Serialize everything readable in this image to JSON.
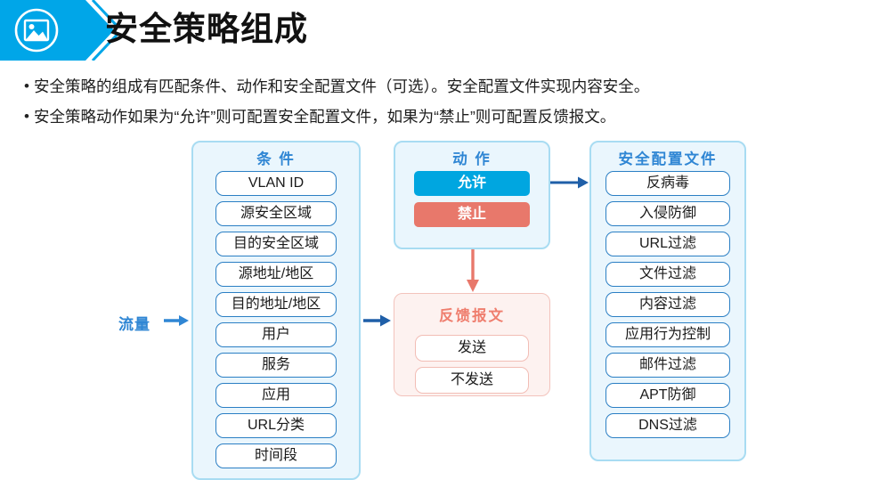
{
  "header": {
    "icon": "image-photo-icon",
    "title": "安全策略组成",
    "banner_color": "#00a6e8"
  },
  "bullets": [
    {
      "marker": "•",
      "text": "安全策略的组成有匹配条件、动作和安全配置文件（可选）。安全配置文件实现内容安全。"
    },
    {
      "marker": "•",
      "text": "安全策略动作如果为“允许”则可配置安全配置文件，如果为“禁止”则可配置反馈报文。"
    }
  ],
  "diagram": {
    "traffic_label": "流量",
    "colors": {
      "blue_accent": "#2f86d4",
      "blue_fill": "#00a6e0",
      "blue_panel_bg": "#eaf6fd",
      "blue_panel_border": "#a8dcf2",
      "red_accent": "#ef7e6e",
      "red_fill": "#e8786b",
      "pink_panel_bg": "#fdf2f0",
      "pink_panel_border": "#f3c3bc"
    },
    "condition": {
      "title": "条 件",
      "items": [
        "VLAN ID",
        "源安全区域",
        "目的安全区域",
        "源地址/地区",
        "目的地址/地区",
        "用户",
        "服务",
        "应用",
        "URL分类",
        "时间段"
      ]
    },
    "action": {
      "title": "动 作",
      "items": [
        {
          "label": "允许",
          "color": "#00a6e0"
        },
        {
          "label": "禁止",
          "color": "#e8786b"
        }
      ]
    },
    "feedback": {
      "title": "反馈报文",
      "items": [
        "发送",
        "不发送"
      ]
    },
    "profile": {
      "title": "安全配置文件",
      "items": [
        "反病毒",
        "入侵防御",
        "URL过滤",
        "文件过滤",
        "内容过滤",
        "应用行为控制",
        "邮件过滤",
        "APT防御",
        "DNS过滤"
      ]
    },
    "arrows": [
      {
        "name": "traffic-to-condition",
        "color": "#2f86d4"
      },
      {
        "name": "condition-to-action",
        "color": "#1f5fa8"
      },
      {
        "name": "action-to-profile",
        "color": "#1f5fa8"
      },
      {
        "name": "action-to-feedback",
        "color": "#e8786b"
      }
    ]
  }
}
